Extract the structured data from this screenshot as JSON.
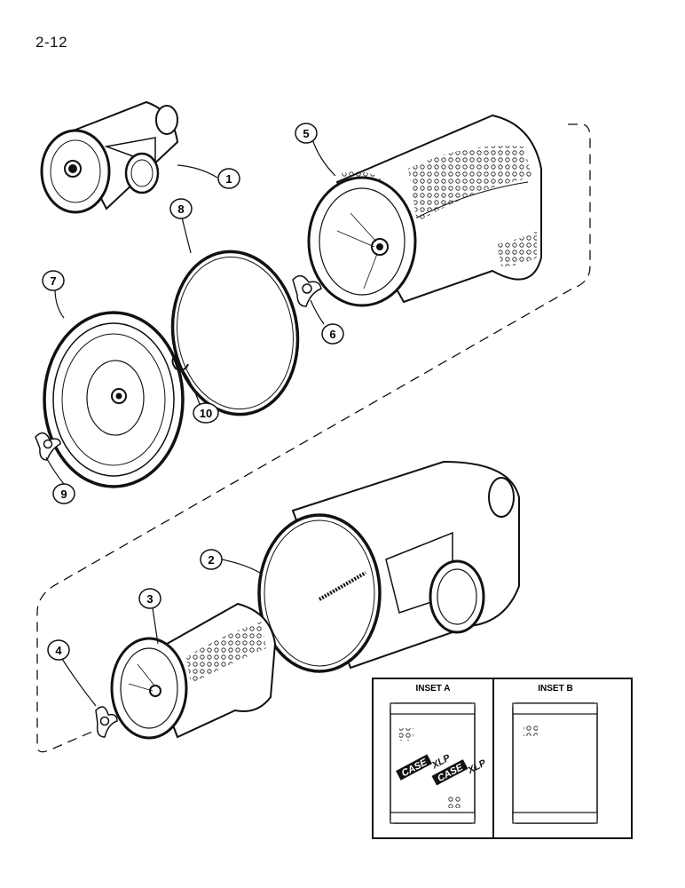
{
  "page": {
    "number": "2-12"
  },
  "callouts": [
    "1",
    "2",
    "3",
    "4",
    "5",
    "6",
    "7",
    "8",
    "9",
    "10"
  ],
  "insets": {
    "a": {
      "title": "INSET A"
    },
    "b": {
      "title": "INSET B"
    }
  },
  "logo": {
    "brand": "CASE",
    "model": "XLP"
  }
}
